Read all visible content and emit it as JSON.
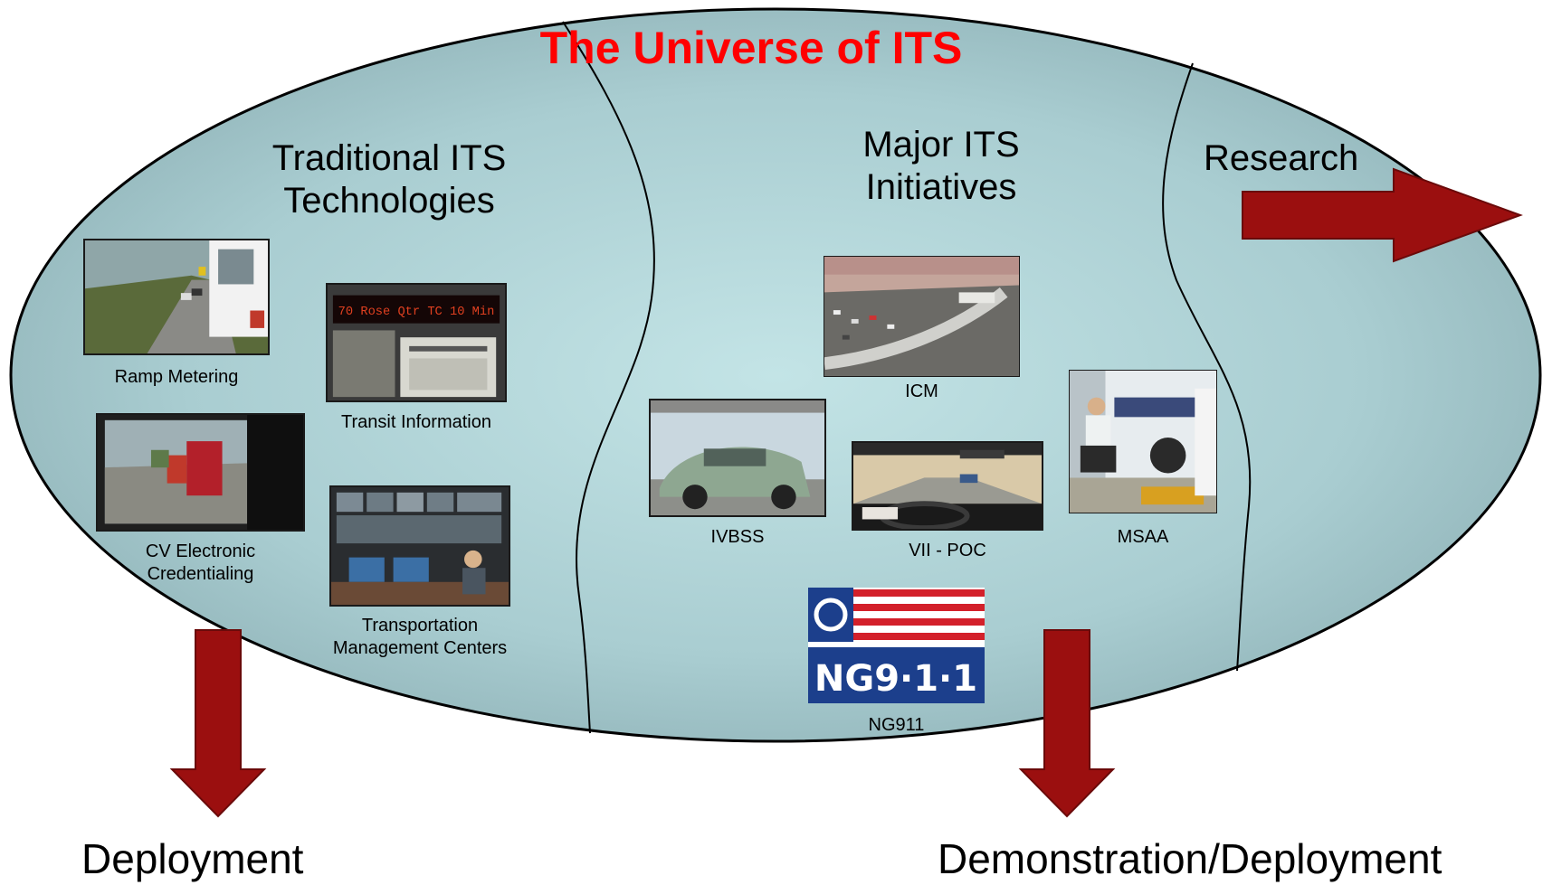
{
  "title": "The Universe of ITS",
  "sections": {
    "traditional": "Traditional ITS Technologies",
    "major": "Major ITS Initiatives",
    "research": "Research"
  },
  "outcomes": {
    "deployment": "Deployment",
    "demonstration": "Demonstration/Deployment"
  },
  "traditional_items": {
    "ramp_metering": "Ramp Metering",
    "transit_information": "Transit Information",
    "cv_electronic_credentialing": "CV Electronic Credentialing",
    "transportation_management_centers": "Transportation Management Centers"
  },
  "major_items": {
    "icm": "ICM",
    "ivbss": "IVBSS",
    "vii_poc": "VII - POC",
    "msaa": "MSAA",
    "ng911": "NG911"
  },
  "ng911_logo_text": "NG9·1·1",
  "transit_sign_text": "70 Rose Qtr TC 10 Min",
  "colors": {
    "ellipse_fill": "#b5d8db",
    "arrow": "#9b0f0f",
    "title": "#ff0000",
    "ng911_blue": "#1c3f8c",
    "ng911_red": "#d3202a"
  }
}
